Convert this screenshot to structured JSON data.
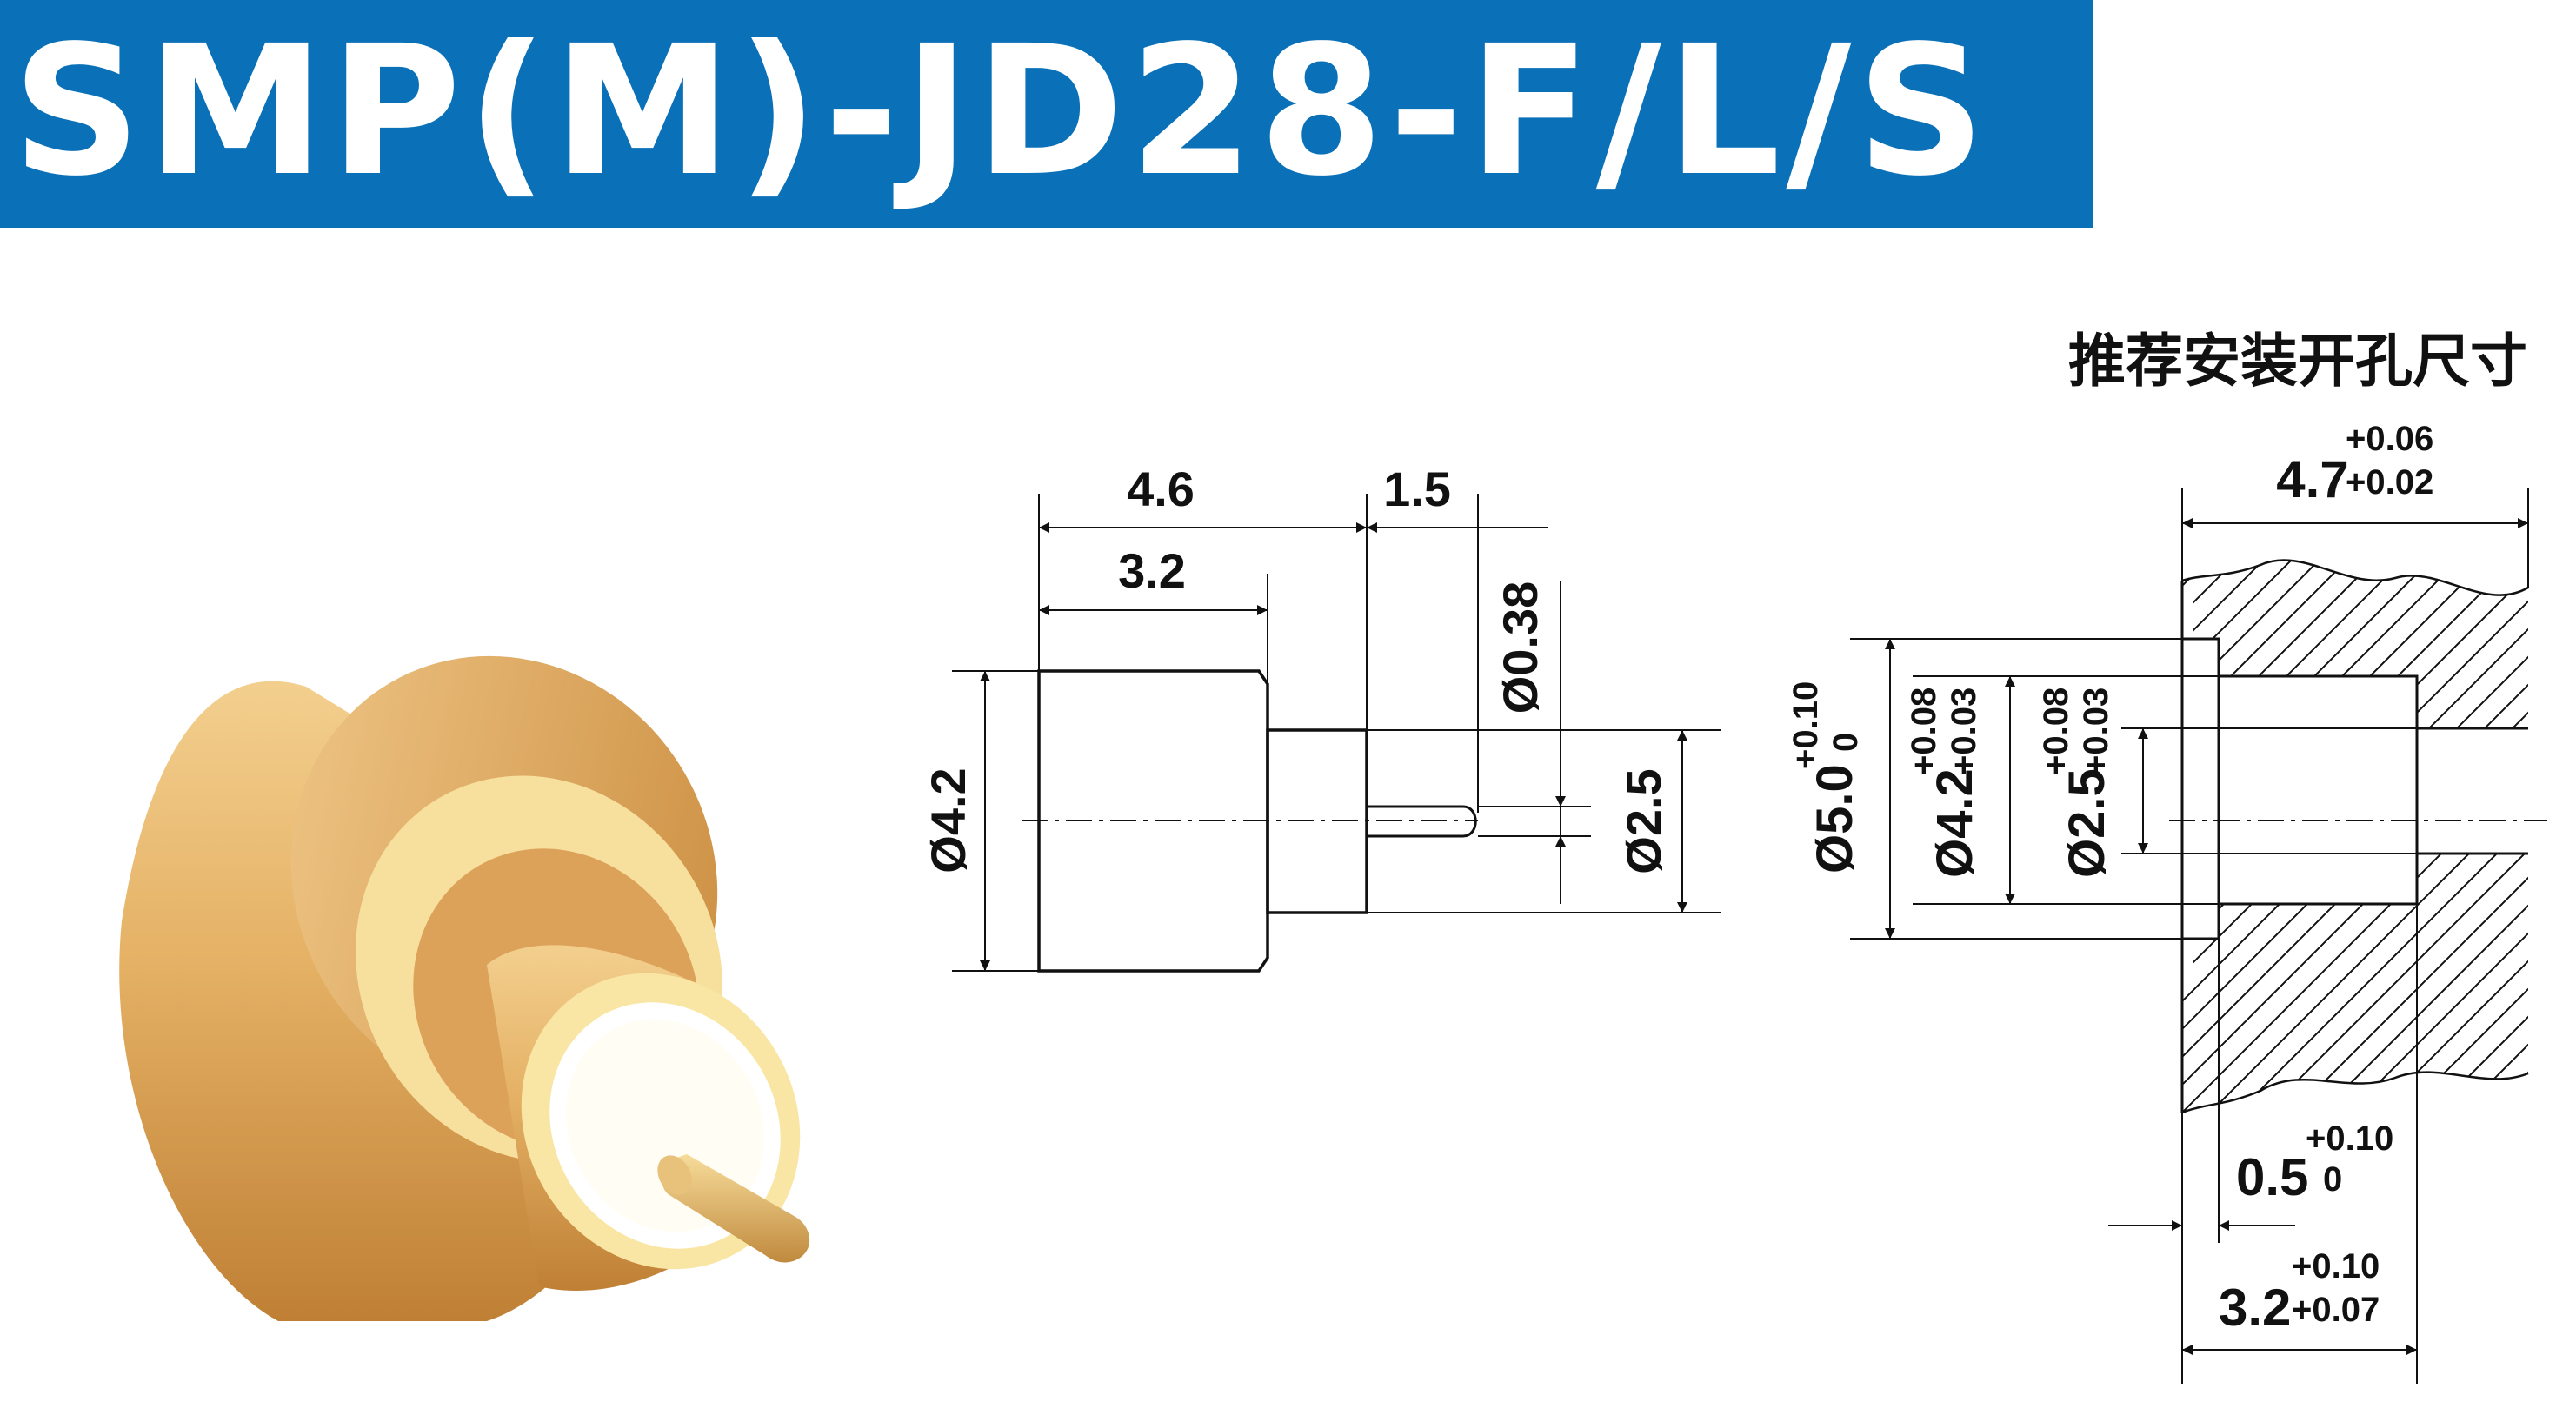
{
  "title": "SMP(M)-JD28-F/L/S",
  "colors": {
    "banner": "#0a70b8",
    "banner_text": "#ffffff",
    "gold": "#e6b060",
    "line": "#111111"
  },
  "product_render": {
    "icon": "gold-coaxial-connector-icon"
  },
  "side_view": {
    "dims": {
      "len_total": "4.6",
      "len_body": "3.2",
      "len_pin": "1.5",
      "dia_pin": "Ø0.38",
      "dia_body": "Ø4.2",
      "dia_neck": "Ø2.5"
    }
  },
  "mounting_hole": {
    "heading": "推荐安装开孔尺寸",
    "dims": {
      "width_base": "4.7",
      "width_tol_upper": "+0.06",
      "width_tol_lower": "+0.02",
      "d50_base": "Ø5.0",
      "d50_tol_upper": "+0.10",
      "d50_tol_lower": "0",
      "d42_base": "Ø4.2",
      "d42_tol_upper": "+0.08",
      "d42_tol_lower": "+0.03",
      "d25_base": "Ø2.5",
      "d25_tol_upper": "+0.08",
      "d25_tol_lower": "+0.03",
      "step_base": "0.5",
      "step_tol_upper": "+0.10",
      "step_tol_lower": "0",
      "depth_base": "3.2",
      "depth_tol_upper": "+0.10",
      "depth_tol_lower": "+0.07"
    }
  }
}
